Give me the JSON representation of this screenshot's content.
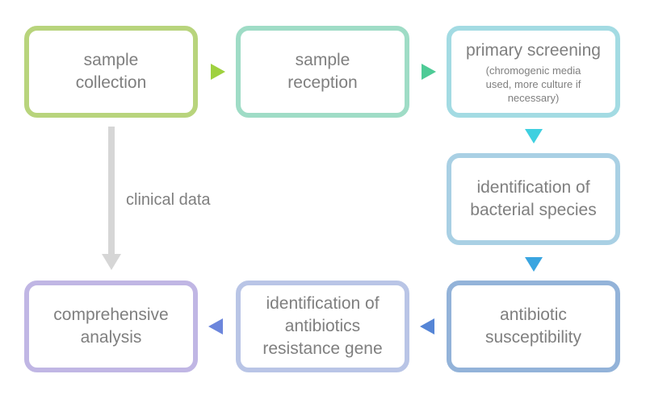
{
  "nodes": {
    "sample_collection": {
      "label": "sample\ncollection",
      "color": "#b8d47c"
    },
    "sample_reception": {
      "label": "sample\nreception",
      "color": "#9fdcc6"
    },
    "primary_screening": {
      "label": "primary screening",
      "note": "(chromogenic media\nused, more culture if\nnecessary)",
      "color": "#a3dbe3"
    },
    "identification_species": {
      "label": "identification of\nbacterial species",
      "color": "#a9d0e4"
    },
    "antibiotic_susceptibility": {
      "label": "antibiotic\nsusceptibility",
      "color": "#93b3d9"
    },
    "identification_resistance": {
      "label": "identification of\nantibiotics\nresistance gene",
      "color": "#b9c5e6"
    },
    "comprehensive_analysis": {
      "label": "comprehensive\nanalysis",
      "color": "#c0b6e4"
    }
  },
  "edges": {
    "collection_to_reception": {
      "color": "#9fd13f"
    },
    "reception_to_screening": {
      "color": "#4ecb96"
    },
    "screening_to_species": {
      "color": "#3fd0e0"
    },
    "species_to_susceptibility": {
      "color": "#3aa5e0"
    },
    "susceptibility_to_resistance": {
      "color": "#5585d6"
    },
    "resistance_to_analysis": {
      "color": "#6c86dc"
    },
    "collection_to_analysis": {
      "label": "clinical data",
      "color": "#d6d6d6"
    }
  }
}
